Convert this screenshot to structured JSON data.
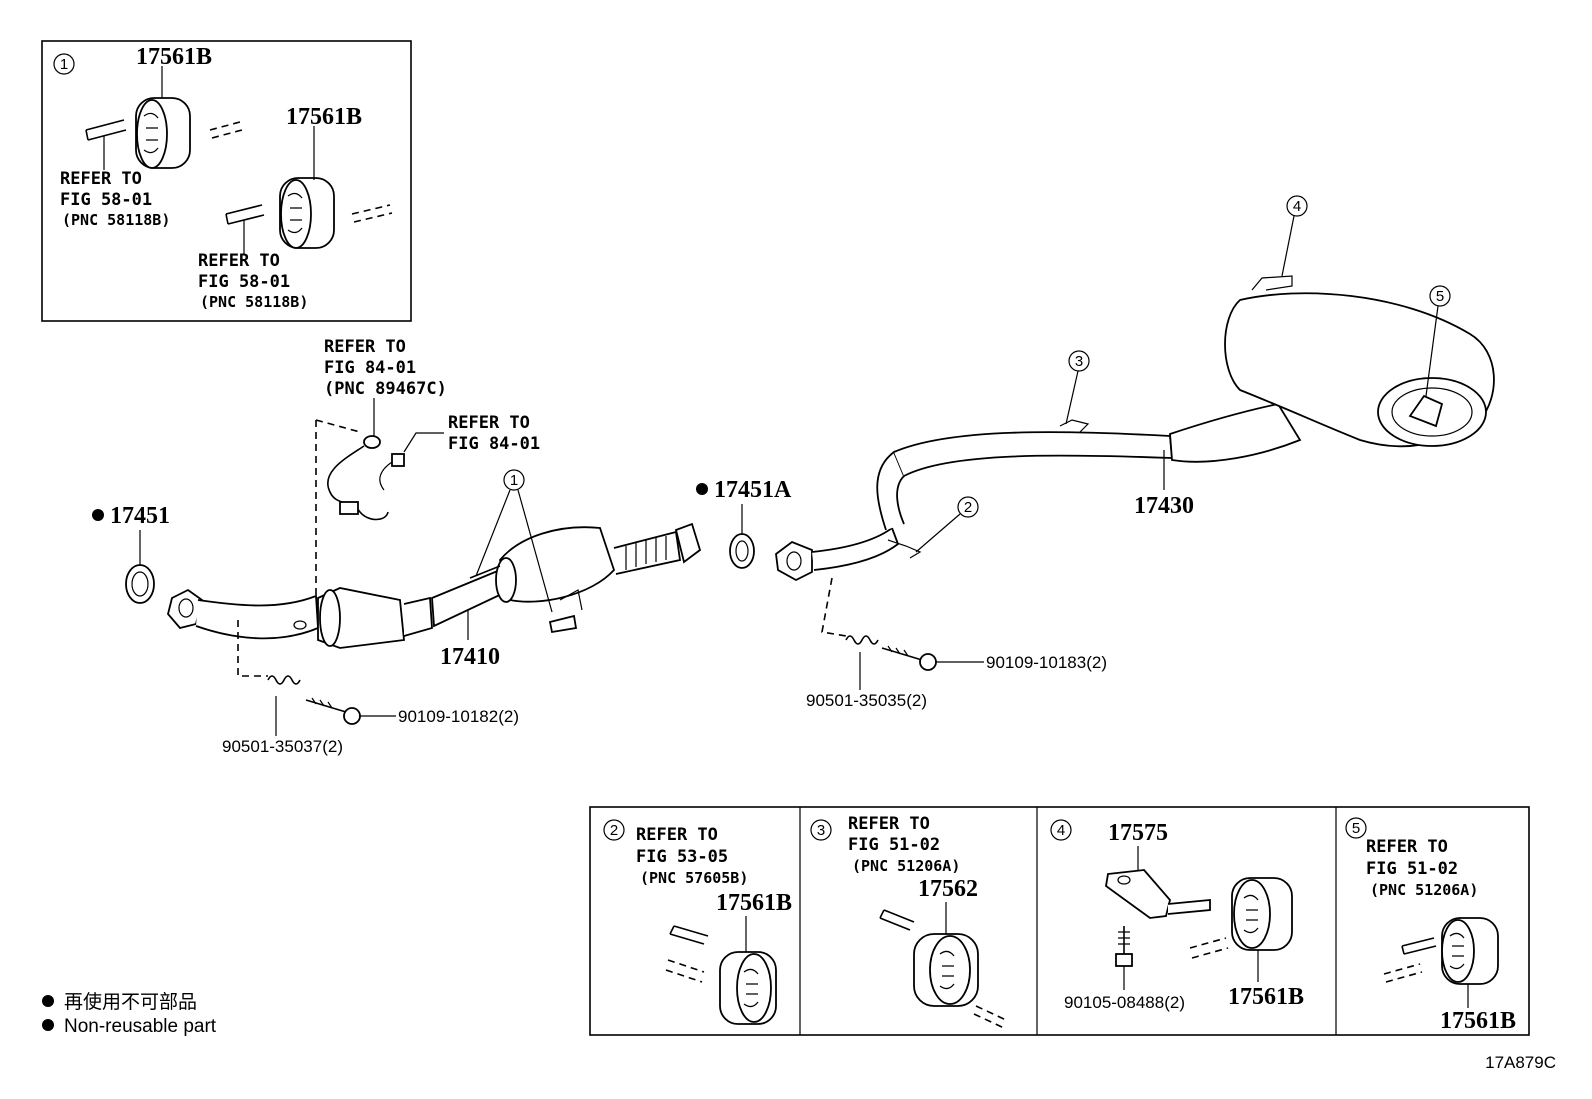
{
  "inset1": {
    "circle": "1",
    "part_top": "17561B",
    "part_mid": "17561B",
    "ref_a": [
      "REFER TO",
      "FIG 58-01",
      "(PNC 58118B)"
    ],
    "ref_b": [
      "REFER TO",
      "FIG 58-01",
      "(PNC 58118B)"
    ]
  },
  "main": {
    "ref_sensor1": [
      "REFER TO",
      "FIG 84-01",
      "(PNC 89467C)"
    ],
    "ref_sensor2": [
      "REFER TO",
      "FIG 84-01"
    ],
    "gasket_front": "17451",
    "gasket_center": "17451A",
    "front_pipe": "17410",
    "tail_pipe": "17430",
    "spring_front": "90501-35037(2)",
    "bolt_front": "90109-10182(2)",
    "spring_rear": "90501-35035(2)",
    "bolt_rear": "90109-10183(2)",
    "callout_1": "1",
    "callout_2": "2",
    "callout_3": "3",
    "callout_4": "4",
    "callout_5": "5"
  },
  "inset2": {
    "circle": "2",
    "ref": [
      "REFER TO",
      "FIG 53-05",
      "(PNC 57605B)"
    ],
    "part": "17561B"
  },
  "inset3": {
    "circle": "3",
    "ref": [
      "REFER TO",
      "FIG 51-02",
      "(PNC 51206A)"
    ],
    "part": "17562"
  },
  "inset4": {
    "circle": "4",
    "bracket": "17575",
    "bolt": "90105-08488(2)",
    "part": "17561B"
  },
  "inset5": {
    "circle": "5",
    "ref": [
      "REFER TO",
      "FIG 51-02",
      "(PNC 51206A)"
    ],
    "part": "17561B"
  },
  "legend": {
    "line_jp": "再使用不可部品",
    "line_en": "Non-reusable part"
  },
  "figure_code": "17A879C"
}
